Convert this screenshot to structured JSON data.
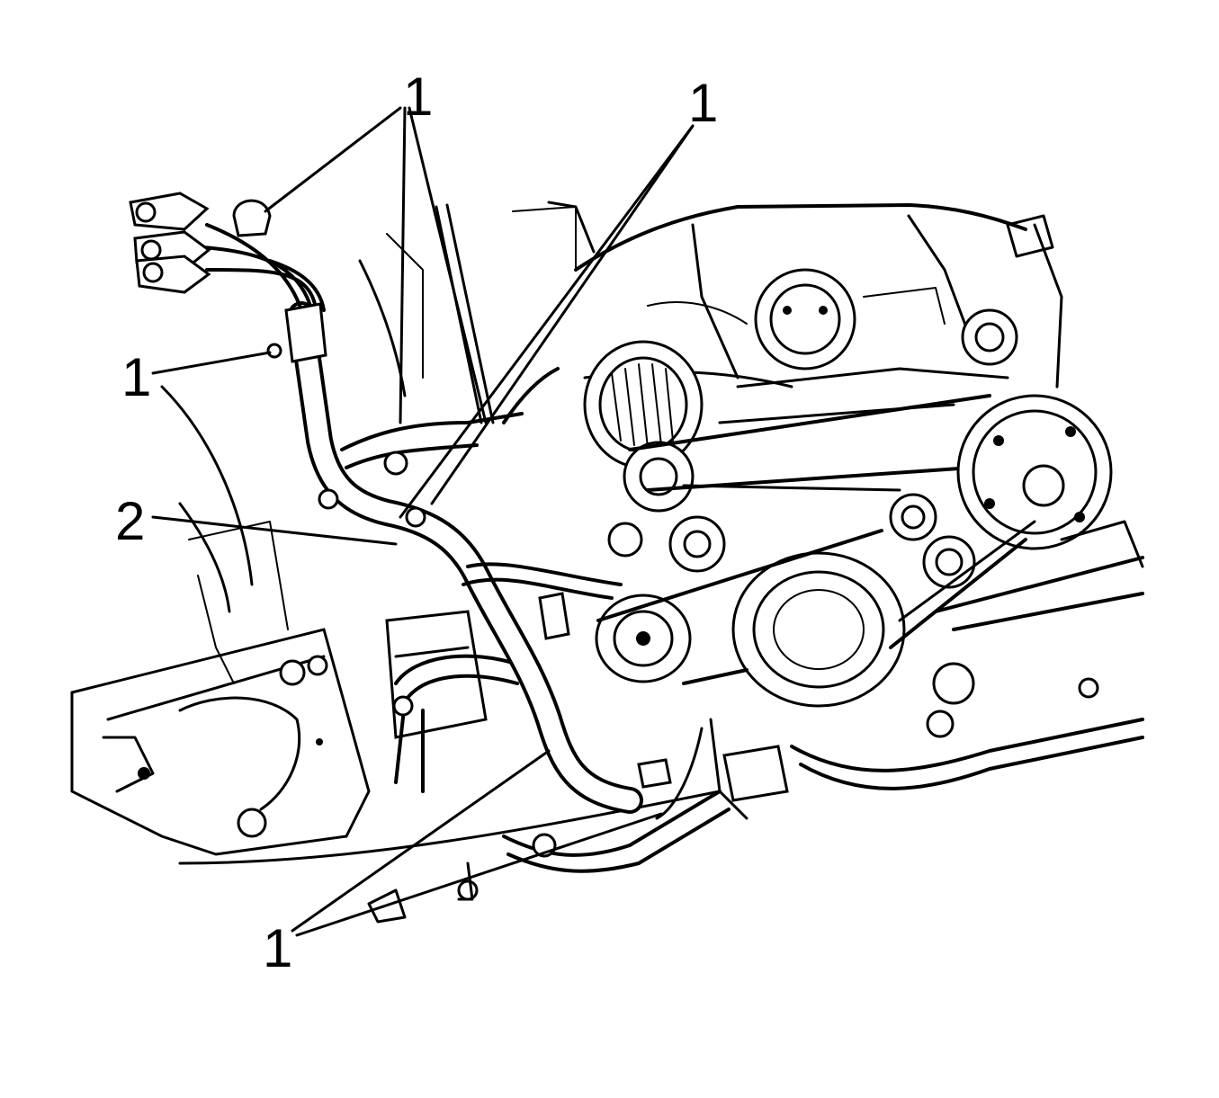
{
  "callouts": [
    {
      "id": "c1",
      "label": "1"
    },
    {
      "id": "c2",
      "label": "1"
    },
    {
      "id": "c3",
      "label": "1"
    },
    {
      "id": "c4",
      "label": "2"
    },
    {
      "id": "c5",
      "label": "1"
    }
  ]
}
